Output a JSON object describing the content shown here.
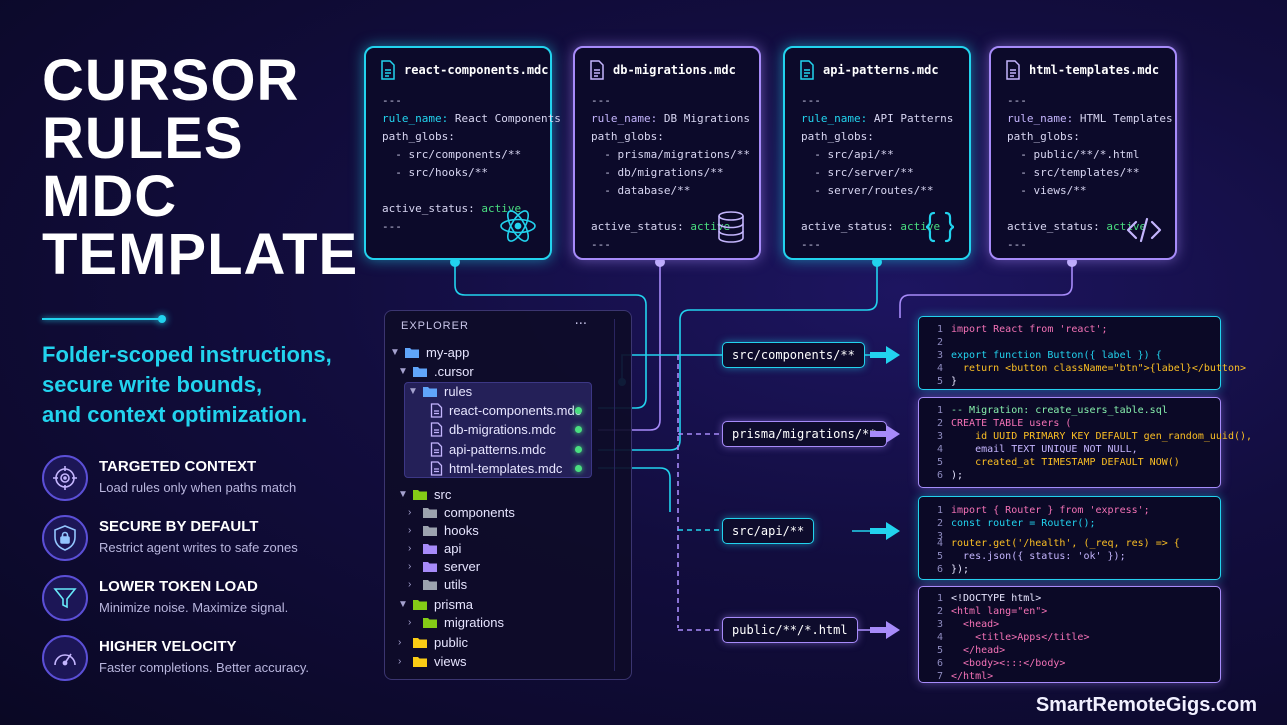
{
  "title": {
    "lines": [
      "CURSOR",
      "RULES",
      "MDC",
      "TEMPLATE"
    ]
  },
  "subtitle": {
    "lines": [
      "Folder-scoped instructions,",
      "secure write bounds,",
      "and context optimization."
    ]
  },
  "features": [
    {
      "icon": "target-icon",
      "title": "TARGETED CONTEXT",
      "desc": "Load rules only when paths match"
    },
    {
      "icon": "shield-lock-icon",
      "title": "SECURE BY DEFAULT",
      "desc": "Restrict agent writes to safe zones"
    },
    {
      "icon": "funnel-icon",
      "title": "LOWER TOKEN LOAD",
      "desc": "Minimize noise. Maximize signal."
    },
    {
      "icon": "speedometer-icon",
      "title": "HIGHER VELOCITY",
      "desc": "Faster completions. Better accuracy."
    }
  ],
  "cards": [
    {
      "file": "react-components.mdc",
      "sep": "---",
      "rule_key": "rule_name:",
      "rule_val": " React Components",
      "globs_key": "path_globs:",
      "globs": [
        "  - src/components/**",
        "  - src/hooks/**"
      ],
      "status_key": "active_status:",
      "status_val": " active",
      "icon": "react-icon"
    },
    {
      "file": "db-migrations.mdc",
      "sep": "---",
      "rule_key": "rule_name:",
      "rule_val": " DB Migrations",
      "globs_key": "path_globs:",
      "globs": [
        "  - prisma/migrations/**",
        "  - db/migrations/**",
        "  - database/**"
      ],
      "status_key": "active_status:",
      "status_val": " active",
      "icon": "database-icon"
    },
    {
      "file": "api-patterns.mdc",
      "sep": "---",
      "rule_key": "rule_name:",
      "rule_val": " API Patterns",
      "globs_key": "path_globs:",
      "globs": [
        "  - src/api/**",
        "  - src/server/**",
        "  - server/routes/**"
      ],
      "status_key": "active_status:",
      "status_val": " active",
      "icon": "braces-icon"
    },
    {
      "file": "html-templates.mdc",
      "sep": "---",
      "rule_key": "rule_name:",
      "rule_val": " HTML Templates",
      "globs_key": "path_globs:",
      "globs": [
        "  - public/**/*.html",
        "  - src/templates/**",
        "  - views/**"
      ],
      "status_key": "active_status:",
      "status_val": " active",
      "icon": "code-tag-icon"
    }
  ],
  "explorer": {
    "header": "EXPLORER",
    "menu": "···",
    "items": [
      "my-app",
      ".cursor",
      "rules",
      "react-components.mdc",
      "db-migrations.mdc",
      "api-patterns.mdc",
      "html-templates.mdc",
      "src",
      "components",
      "hooks",
      "api",
      "server",
      "utils",
      "prisma",
      "migrations",
      "public",
      "views"
    ]
  },
  "globs": [
    "src/components/**",
    "prisma/migrations/**",
    "src/api/**",
    "public/**/*.html"
  ],
  "panels": [
    {
      "lines": [
        {
          "n": "1",
          "t": "import React from 'react';"
        },
        {
          "n": "2",
          "t": ""
        },
        {
          "n": "3",
          "t": "export function Button({ label }) {"
        },
        {
          "n": "4",
          "t": "  return <button className=\"btn\">{label}</button>"
        },
        {
          "n": "5",
          "t": "}"
        }
      ]
    },
    {
      "lines": [
        {
          "n": "1",
          "t": "-- Migration: create_users_table.sql"
        },
        {
          "n": "2",
          "t": "CREATE TABLE users ("
        },
        {
          "n": "3",
          "t": "    id UUID PRIMARY KEY DEFAULT gen_random_uuid(),"
        },
        {
          "n": "4",
          "t": "    email TEXT UNIQUE NOT NULL,"
        },
        {
          "n": "5",
          "t": "    created_at TIMESTAMP DEFAULT NOW()"
        },
        {
          "n": "6",
          "t": ");"
        }
      ]
    },
    {
      "lines": [
        {
          "n": "1",
          "t": "import { Router } from 'express';"
        },
        {
          "n": "2",
          "t": "const router = Router();"
        },
        {
          "n": "3",
          "t": ""
        },
        {
          "n": "4",
          "t": "router.get('/health', (_req, res) => {"
        },
        {
          "n": "5",
          "t": "  res.json({ status: 'ok' });"
        },
        {
          "n": "6",
          "t": "});"
        }
      ]
    },
    {
      "lines": [
        {
          "n": "1",
          "t": "<!DOCTYPE html>"
        },
        {
          "n": "2",
          "t": "<html lang=\"en\">"
        },
        {
          "n": "3",
          "t": "  <head>"
        },
        {
          "n": "4",
          "t": "    <title>Apps</title>"
        },
        {
          "n": "5",
          "t": "  </head>"
        },
        {
          "n": "6",
          "t": "  <body><:::</body>"
        },
        {
          "n": "7",
          "t": "</html>"
        }
      ]
    }
  ],
  "brand": "SmartRemoteGigs.com",
  "colors": {
    "cyan": "#22d3ee",
    "purple": "#a78bfa",
    "green": "#4ade80",
    "bg": "#120d3e"
  }
}
